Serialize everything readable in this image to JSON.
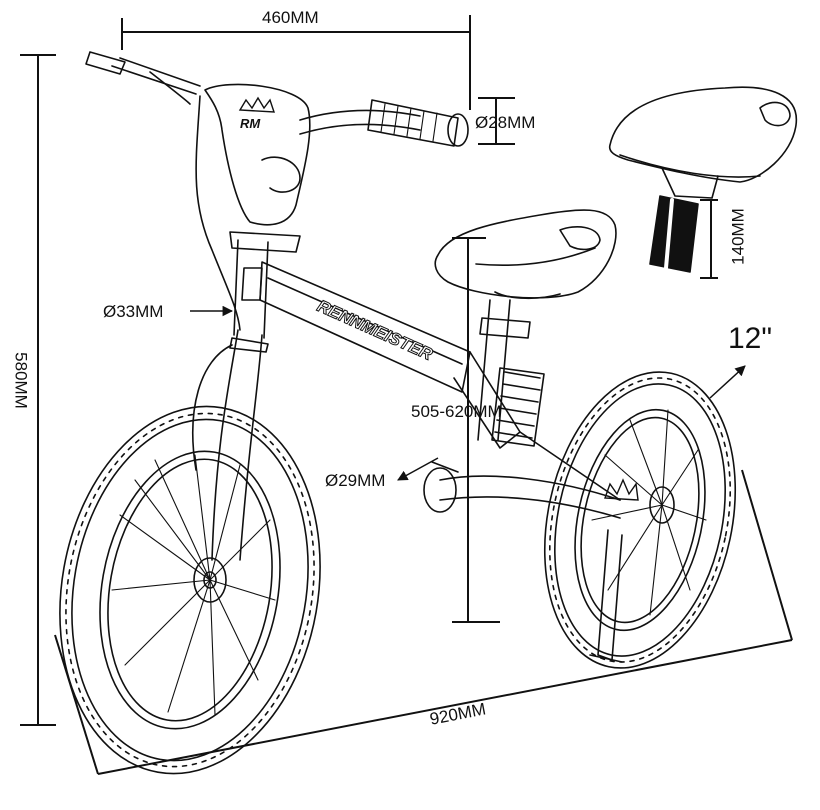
{
  "dimensions": {
    "handlebar_width": "460MM",
    "grip_diameter": "Ø28MM",
    "seat_post_length": "140MM",
    "total_height": "580MM",
    "head_tube_diameter": "Ø33MM",
    "seat_height": "505-620MM",
    "wheel_size": "12\"",
    "down_tube_diameter": "Ø29MM",
    "total_length": "920MM"
  },
  "frame_brand": "RENNMEISTER",
  "head_badge": "RM"
}
